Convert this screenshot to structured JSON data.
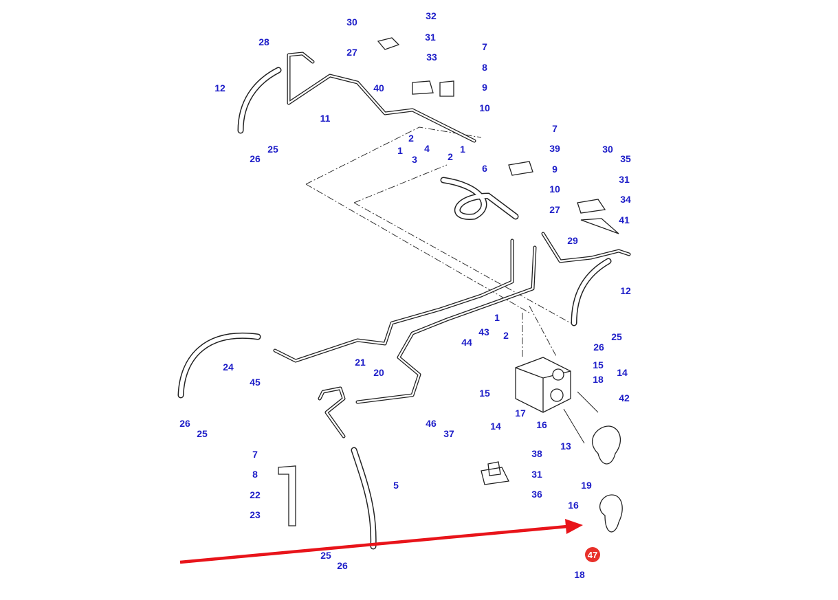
{
  "diagram": {
    "labels": [
      "30",
      "32",
      "31",
      "33",
      "28",
      "27",
      "7",
      "8",
      "9",
      "10",
      "40",
      "12",
      "11",
      "25",
      "26",
      "2",
      "4",
      "1",
      "3",
      "2",
      "1",
      "6",
      "7",
      "39",
      "9",
      "10",
      "30",
      "35",
      "31",
      "34",
      "41",
      "27",
      "29",
      "12",
      "25",
      "26",
      "1",
      "43",
      "2",
      "44",
      "15",
      "14",
      "18",
      "24",
      "45",
      "21",
      "20",
      "15",
      "42",
      "17",
      "14",
      "16",
      "13",
      "26",
      "25",
      "46",
      "37",
      "38",
      "31",
      "36",
      "19",
      "16",
      "7",
      "8",
      "22",
      "23",
      "5",
      "25",
      "26",
      "18"
    ],
    "highlight": {
      "label": "47",
      "color": "#e8302a"
    },
    "arrow": {
      "color": "#e8141a",
      "points_to": "47"
    },
    "label_color": "#1d1dc8"
  }
}
